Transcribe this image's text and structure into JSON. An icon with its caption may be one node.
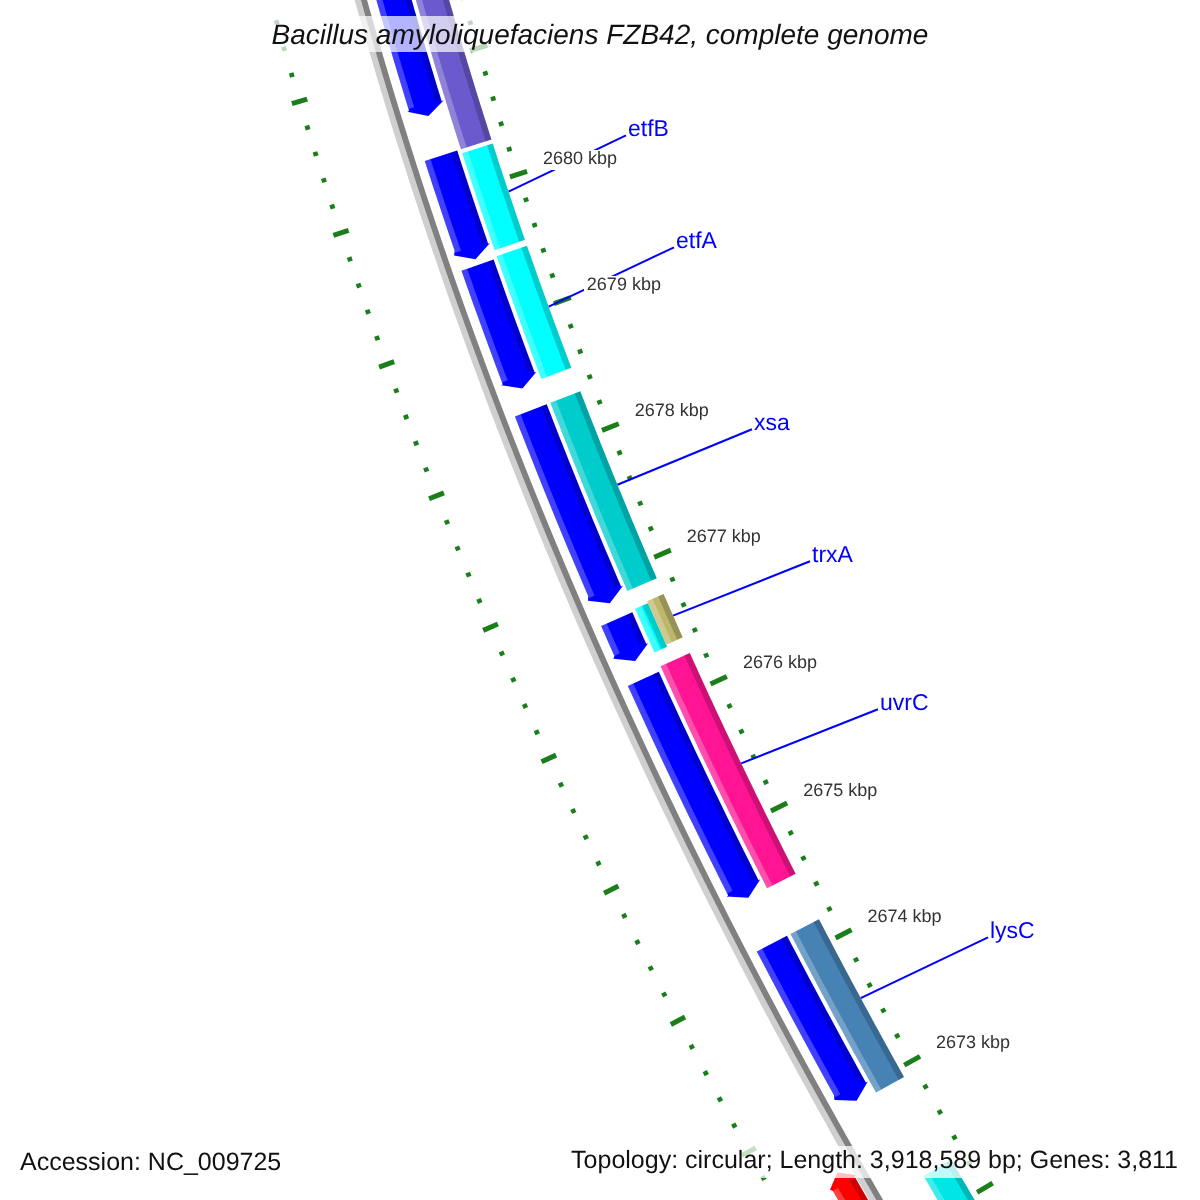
{
  "diagram": {
    "title": "Bacillus amyloliquefaciens FZB42, complete genome",
    "nodes": [
      {
        "text": [
          "etfB"
        ]
      },
      {
        "text": [
          "etfA"
        ]
      },
      {
        "text": [
          "xsa"
        ]
      },
      {
        "text": [
          "trxA"
        ]
      },
      {
        "text": [
          "uvrC"
        ]
      },
      {
        "text": [
          "lysC"
        ]
      },
      {
        "text": [],
        "shape": "bar"
      },
      {
        "text": [],
        "shape": "bar"
      },
      {
        "text": [],
        "shape": "bar"
      },
      {
        "text": [],
        "shape": "bar"
      },
      {
        "text": [],
        "shape": "bar"
      },
      {
        "text": [],
        "shape": "bar"
      }
    ],
    "edges": [
      {
        "from": 0,
        "to": 6,
        "arrow": "none"
      },
      {
        "from": 1,
        "to": 7,
        "arrow": "none"
      },
      {
        "from": 2,
        "to": 8,
        "arrow": "none"
      },
      {
        "from": 3,
        "to": 9,
        "arrow": "none"
      },
      {
        "from": 4,
        "to": 10,
        "arrow": "none"
      },
      {
        "from": 5,
        "to": 11,
        "arrow": "none"
      }
    ],
    "labels": [
      "2680 kbp",
      "2679 kbp",
      "2678 kbp",
      "2677 kbp",
      "2676 kbp",
      "2675 kbp",
      "2674 kbp",
      "2673 kbp",
      "Accession: NC_009725",
      "Topology: circular; Length: 3,918,589 bp; Genes: 3,811"
    ]
  }
}
